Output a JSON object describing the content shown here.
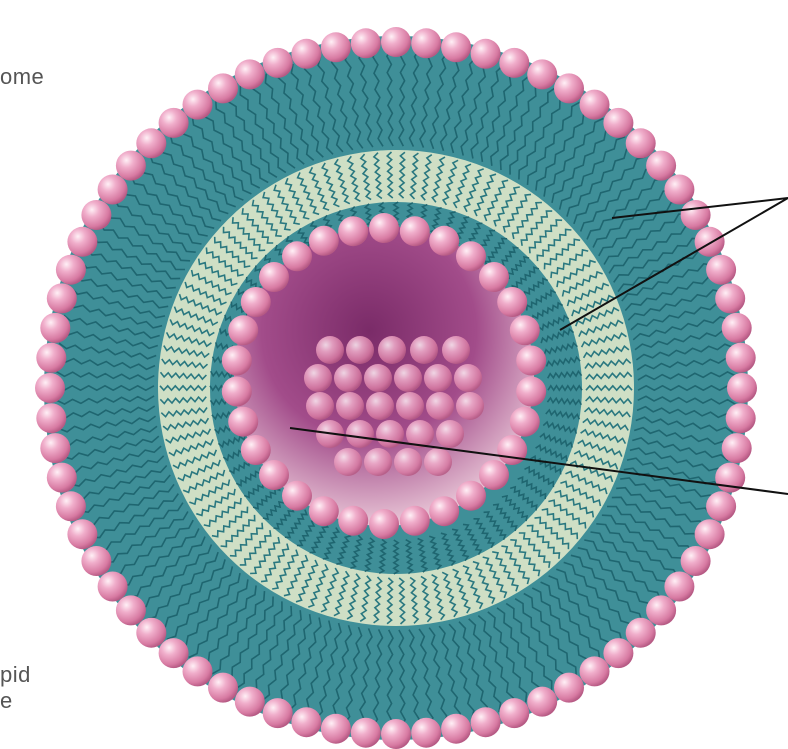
{
  "labels": {
    "top_left": "ome",
    "bottom_left_line1": "pid",
    "bottom_left_line2": "e"
  },
  "colors": {
    "head_pink": "#e89ab8",
    "head_highlight": "#fbe3ee",
    "head_shadow": "#b85a86",
    "tail_teal": "#3f8f98",
    "tail_teal_dark": "#236a74",
    "core_cream": "#eef0d2",
    "core_purple": "#8e3a78",
    "leader_line": "#111111"
  }
}
